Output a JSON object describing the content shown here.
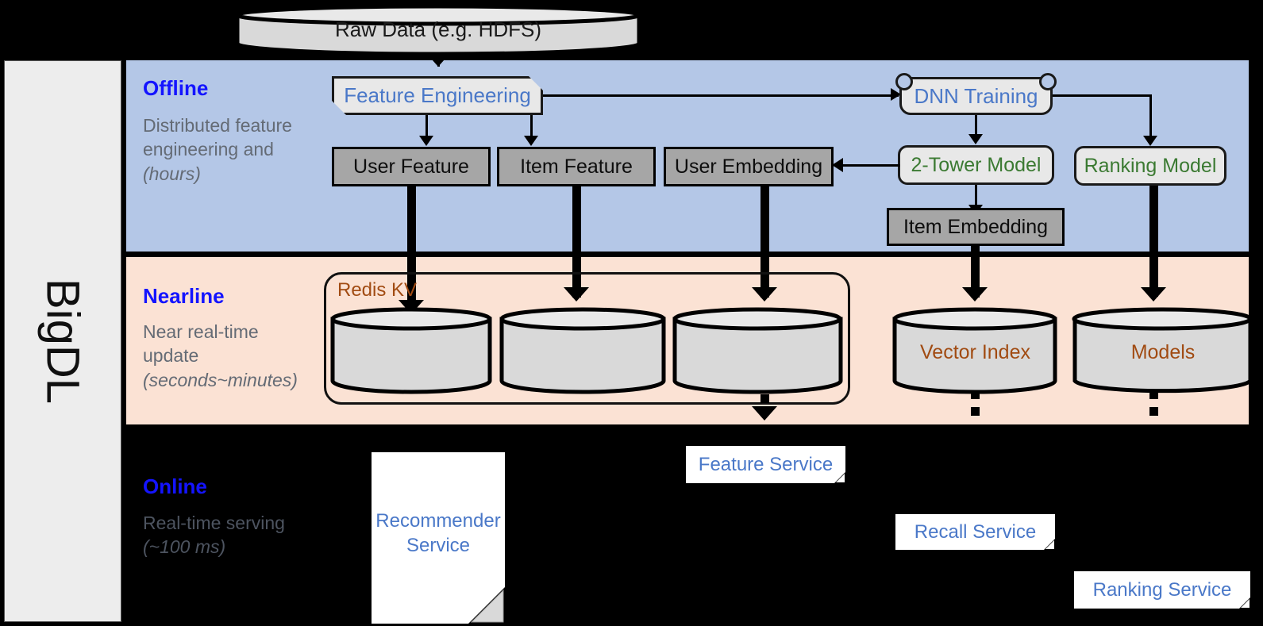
{
  "sidebar": {
    "label": "BigDL"
  },
  "top": {
    "raw_data": "Raw Data (e.g. HDFS)"
  },
  "stages": [
    {
      "key": "offline",
      "title": "Offline",
      "description": "Distributed feature engineering and ",
      "description_italic": "(hours)",
      "band_color": "#b4c7e7"
    },
    {
      "key": "nearline",
      "title": "Nearline",
      "description": "Near real-time update ",
      "description_italic": "(seconds~minutes)",
      "band_color": "#fbe2d4"
    },
    {
      "key": "online",
      "title": "Online",
      "description": "Real-time serving ",
      "description_italic": "(~100 ms)",
      "band_color": "#000000"
    }
  ],
  "offline": {
    "feature_engineering": "Feature Engineering",
    "dnn_training": "DNN Training",
    "user_feature": "User Feature",
    "item_feature": "Item Feature",
    "user_embedding": "User Embedding",
    "two_tower_model": "2-Tower Model",
    "ranking_model": "Ranking Model",
    "item_embedding": "Item Embedding"
  },
  "nearline": {
    "redis_kv": "Redis KV",
    "stores": [
      "",
      "",
      ""
    ],
    "vector_index": "Vector Index",
    "models": "Models"
  },
  "online": {
    "recommender_service": "Recommender Service",
    "recommender_service_line1": "Recommender",
    "recommender_service_line2": "Service",
    "feature_service": "Feature Service",
    "recall_service": "Recall Service",
    "ranking_service": "Ranking Service"
  },
  "colors": {
    "stage_title": "#1414ff",
    "stage_desc": "#646b75",
    "blue_node_text": "#4a78c8",
    "green_node_text": "#3b7a32",
    "brown_node_text": "#a14b12",
    "gray_fill": "#a6a6a6",
    "light_fill": "#e8e8e8",
    "offline_band": "#b4c7e7",
    "nearline_band": "#fbe2d4",
    "online_band": "#000000",
    "sidebar_fill": "#ededed"
  }
}
